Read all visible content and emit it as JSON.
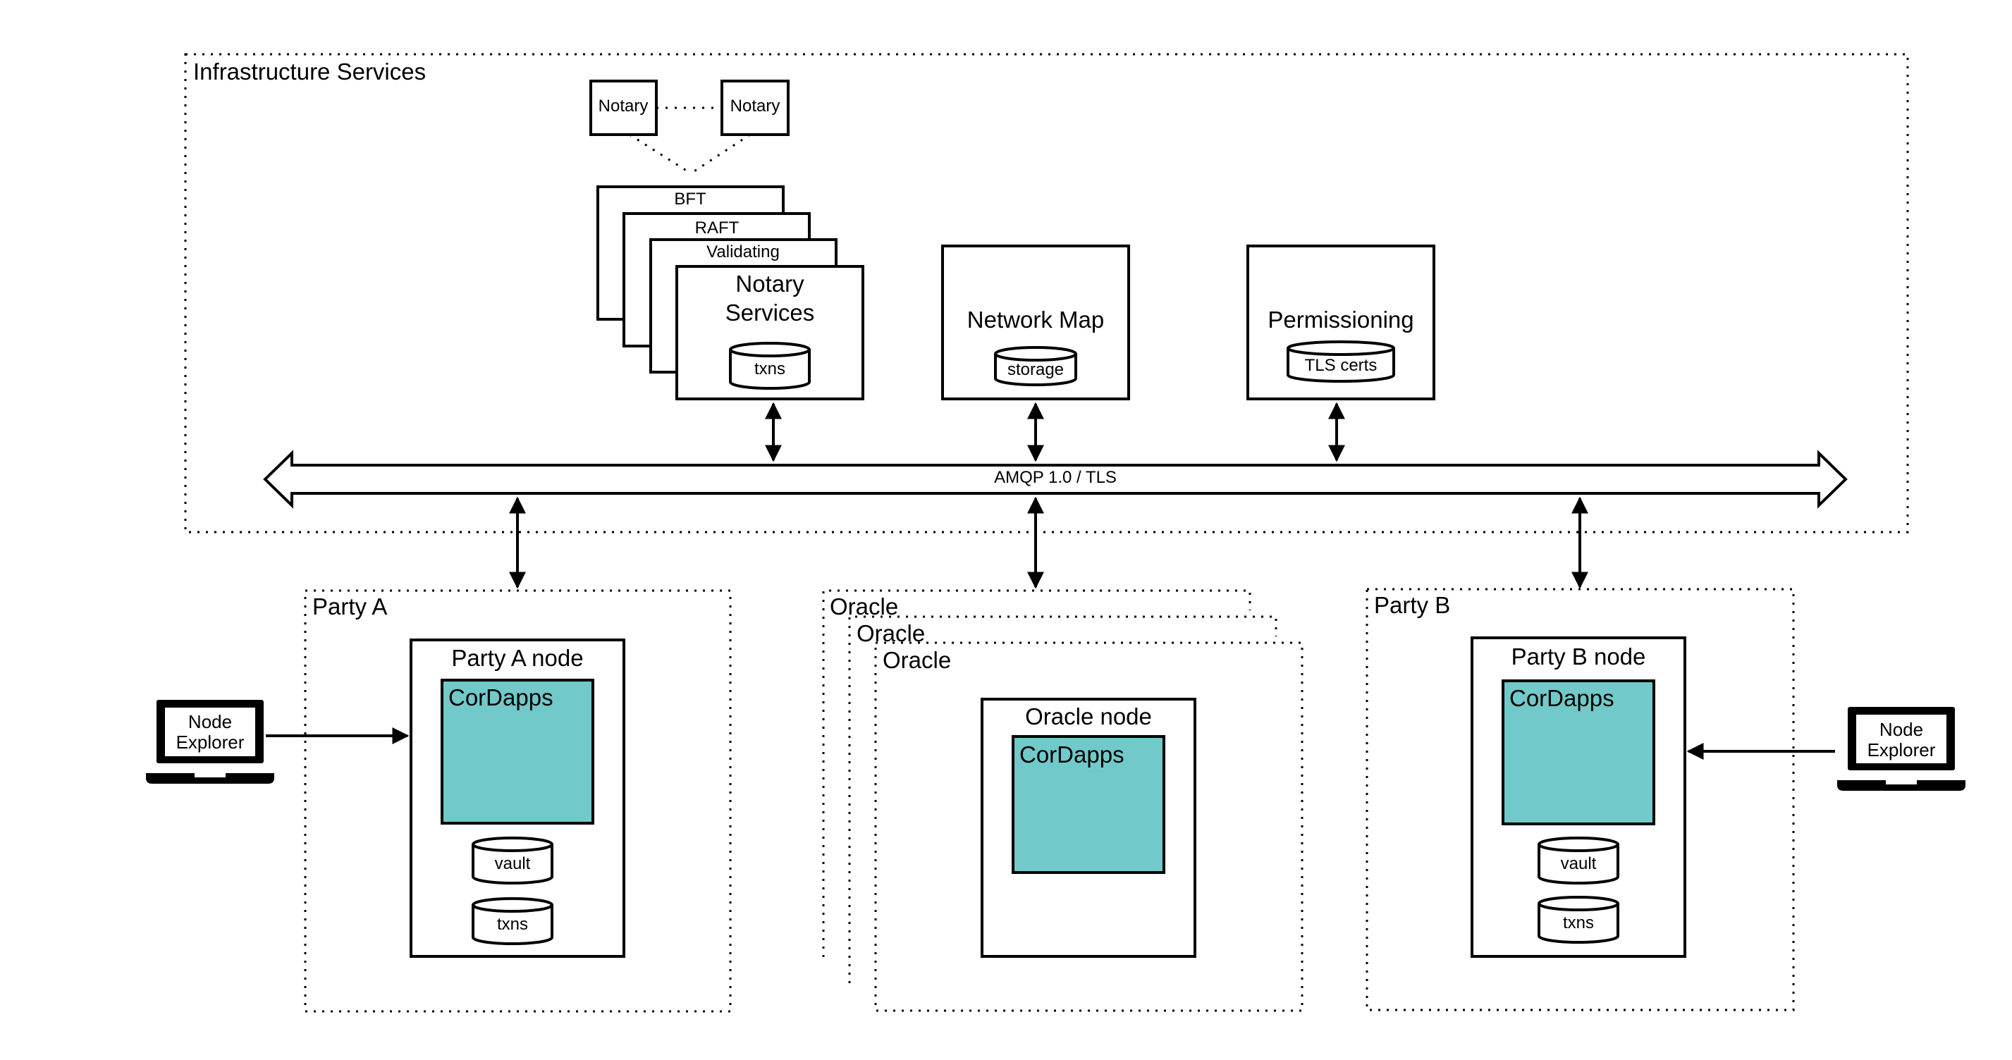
{
  "infrastructure": {
    "label": "Infrastructure Services",
    "notary_a": "Notary",
    "notary_b": "Notary",
    "stack_bft": "BFT",
    "stack_raft": "RAFT",
    "stack_validating": "Validating",
    "notary_services_line1": "Notary",
    "notary_services_line2": "Services",
    "notary_db": "txns",
    "network_map": "Network Map",
    "network_map_db": "storage",
    "permissioning": "Permissioning",
    "permissioning_db": "TLS certs",
    "bus_label": "AMQP 1.0 / TLS"
  },
  "party_a": {
    "label": "Party A",
    "node": "Party A node",
    "cordapps": "CorDapps",
    "vault": "vault",
    "txns": "txns"
  },
  "oracle": {
    "label_back": "Oracle",
    "label_mid": "Oracle",
    "label_front": "Oracle",
    "node": "Oracle node",
    "cordapps": "CorDapps"
  },
  "party_b": {
    "label": "Party B",
    "node": "Party B node",
    "cordapps": "CorDapps",
    "vault": "vault",
    "txns": "txns"
  },
  "explorer_left": {
    "line1": "Node",
    "line2": "Explorer"
  },
  "explorer_right": {
    "line1": "Node",
    "line2": "Explorer"
  },
  "colors": {
    "cordapps_fill": "#72c9c9",
    "stroke": "#000000",
    "background": "#ffffff"
  }
}
